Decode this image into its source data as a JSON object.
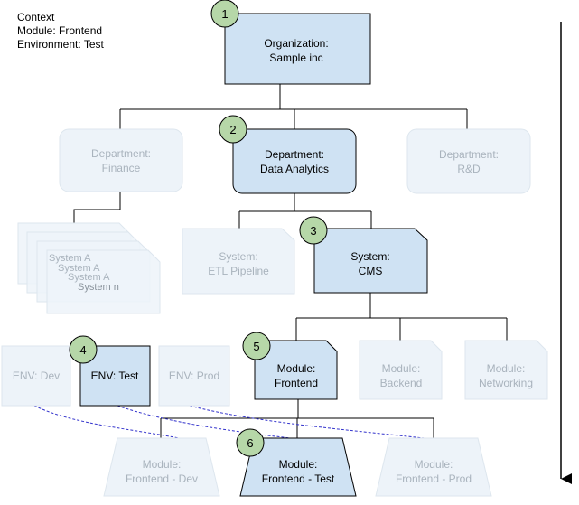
{
  "context": {
    "heading": "Context",
    "module": "Module: Frontend",
    "environment": "Environment: Test"
  },
  "nodes": {
    "organization": {
      "line1": "Organization:",
      "line2": "Sample inc",
      "step": "1"
    },
    "dept_finance": {
      "line1": "Department:",
      "line2": "Finance"
    },
    "dept_analytics": {
      "line1": "Department:",
      "line2": "Data Analytics",
      "step": "2"
    },
    "dept_rd": {
      "line1": "Department:",
      "line2": "R&D"
    },
    "system_stack": {
      "items": [
        "System A",
        "System A",
        "System A",
        "System n"
      ]
    },
    "system_etl": {
      "line1": "System:",
      "line2": "ETL Pipeline"
    },
    "system_cms": {
      "line1": "System:",
      "line2": "CMS",
      "step": "3"
    },
    "env_dev": {
      "label": "ENV: Dev"
    },
    "env_test": {
      "label": "ENV: Test",
      "step": "4"
    },
    "env_prod": {
      "label": "ENV: Prod"
    },
    "module_frontend": {
      "line1": "Module:",
      "line2": "Frontend",
      "step": "5"
    },
    "module_backend": {
      "line1": "Module:",
      "line2": "Backend"
    },
    "module_networking": {
      "line1": "Module:",
      "line2": "Networking"
    },
    "module_frontend_dev": {
      "line1": "Module:",
      "line2": "Frontend - Dev"
    },
    "module_frontend_test": {
      "line1": "Module:",
      "line2": "Frontend - Test",
      "step": "6"
    },
    "module_frontend_prod": {
      "line1": "Module:",
      "line2": "Frontend - Prod"
    }
  },
  "colors": {
    "active_fill": "#cfe2f3",
    "inactive_fill": "#edf3f9",
    "inactive_stroke": "#dde6ee",
    "inactive_text": "#a9b3bd",
    "badge_fill": "#b6d7a8",
    "dashed_link": "#3333cc"
  }
}
